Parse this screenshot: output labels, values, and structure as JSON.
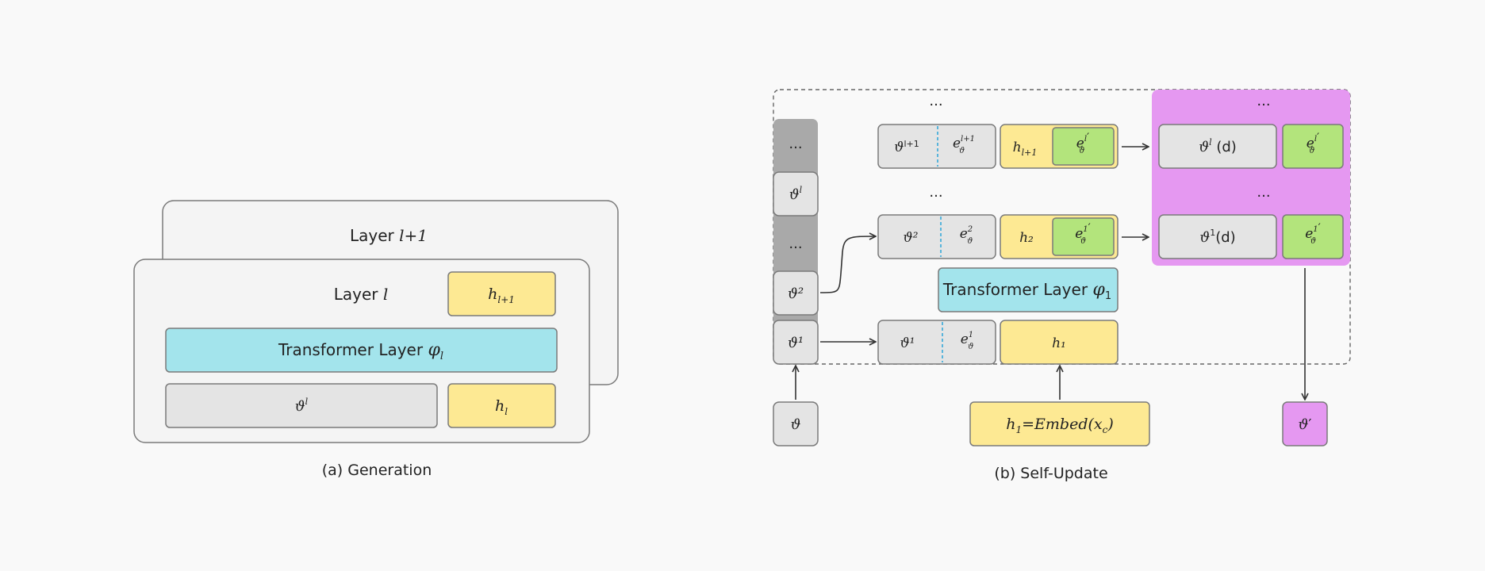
{
  "generation": {
    "caption": "(a) Generation",
    "back_layer": {
      "prefix": "Layer ",
      "var": "l+1"
    },
    "front_layer": {
      "prefix": "Layer ",
      "var": "l"
    },
    "h_next": {
      "base": "h",
      "sub": "l+1"
    },
    "transformer": {
      "prefix": "Transformer Layer ",
      "symbol": "φ",
      "sub": "l"
    },
    "theta": {
      "base": "ϑ",
      "sup": "l"
    },
    "h_cur": {
      "base": "h",
      "sub": "l"
    }
  },
  "self_update": {
    "caption": "(b) Self-Update",
    "stack": {
      "ellipsis_top": "...",
      "theta_l": {
        "base": "ϑ",
        "sup": "l"
      },
      "ellipsis_mid": "...",
      "theta_2": "ϑ²",
      "theta_1": "ϑ¹"
    },
    "theta_input": "ϑ",
    "rows": {
      "ellipsis_top": "...",
      "top": {
        "theta": {
          "base": "ϑ",
          "sup": "l+1"
        },
        "e": {
          "base": "e",
          "sup": "l+1",
          "sub": "ϑ"
        },
        "h": {
          "base": "h",
          "sub": "l+1"
        },
        "e_prime": {
          "base": "e",
          "sup": "l",
          "sub": "ϑ",
          "prime": "′"
        }
      },
      "ellipsis_mid": "...",
      "mid": {
        "theta": "ϑ²",
        "e": {
          "base": "e",
          "sup": "2",
          "sub": "ϑ"
        },
        "h": "h₂",
        "e_prime": {
          "base": "e",
          "sup": "1",
          "sub": "ϑ",
          "prime": "′"
        }
      },
      "transformer": {
        "prefix": "Transformer Layer ",
        "symbol": "φ",
        "sub": "1"
      },
      "bottom": {
        "theta": "ϑ¹",
        "e": {
          "base": "e",
          "sup": "1",
          "sub": "ϑ"
        },
        "h": "h₁"
      }
    },
    "embed": {
      "h": "h",
      "h_sub": "1",
      "eq": "=Embed(",
      "x": "x",
      "x_sub": "c",
      "close": ")"
    },
    "output_panel": {
      "ellipsis_top": "...",
      "top": {
        "theta": {
          "base": "ϑ",
          "sup": "l",
          "suffix": " (d)"
        },
        "e_prime": {
          "base": "e",
          "sup": "l",
          "sub": "ϑ",
          "prime": "′"
        }
      },
      "ellipsis_mid": "...",
      "mid": {
        "theta": {
          "base": "ϑ",
          "sup": "1",
          "suffix": "(d)"
        },
        "e_prime": {
          "base": "e",
          "sup": "1",
          "sub": "ϑ",
          "prime": "′"
        }
      }
    },
    "theta_output": {
      "base": "ϑ",
      "prime": "′"
    }
  },
  "colors": {
    "background": "#f9f9f9",
    "panel_fill": "#f4f4f4",
    "gray_box": "#e4e4e4",
    "yellow_box": "#fde993",
    "cyan_box": "#a3e4ec",
    "green_box": "#b3e47c",
    "magenta_panel": "#e598f1",
    "stack_fill": "#a9a9a9",
    "dashed_divider": "#2aa3d8"
  }
}
